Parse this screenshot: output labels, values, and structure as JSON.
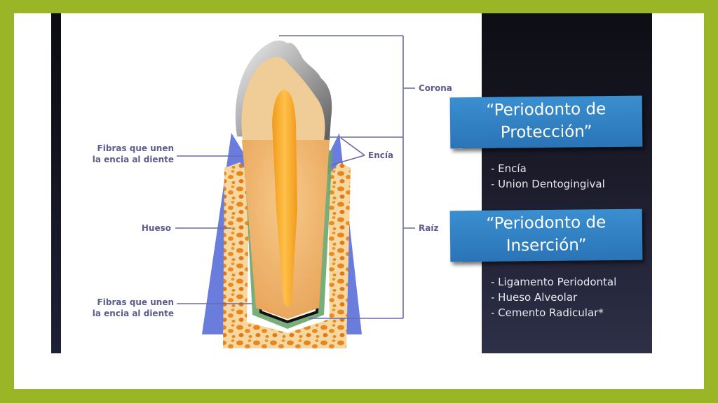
{
  "diagram": {
    "labels_left": {
      "fibras_top": [
        "Fibras que unen",
        "la encia al diente"
      ],
      "hueso": "Hueso",
      "fibras_bottom": [
        "Fibras que unen",
        "la encia al diente"
      ]
    },
    "labels_right": {
      "corona": "Corona",
      "encia": "Encía",
      "raiz": "Raíz"
    }
  },
  "panel": {
    "proteccion": {
      "title_lines": [
        "“Periodonto de",
        "Protección”"
      ],
      "items": [
        "- Encía",
        "- Union Dentogingival"
      ]
    },
    "insercion": {
      "title_lines": [
        "“Periodonto de",
        "Inserción”"
      ],
      "items": [
        "- Ligamento Periodontal",
        "- Hueso Alveolar",
        "- Cemento Radicular*"
      ]
    }
  },
  "colors": {
    "frame_green": "#9ab526",
    "label_purple": "#5c5c8e",
    "banner_blue": "#2a74b6",
    "bone_orange": "#f2a23c",
    "gum_blue": "#5a6ed8"
  }
}
